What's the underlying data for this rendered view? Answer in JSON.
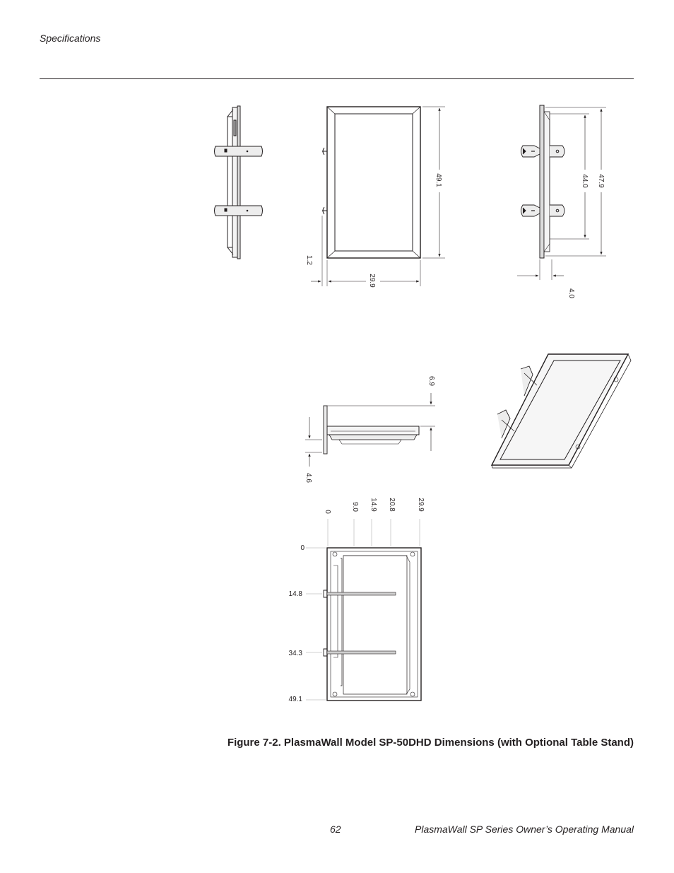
{
  "header": {
    "section": "Specifications"
  },
  "figure": {
    "caption": "Figure 7-2. PlasmaWall Model SP-50DHD Dimensions (with Optional Table Stand)",
    "front_view": {
      "height": "49.1",
      "width": "29.9",
      "stand_offset": "1.2"
    },
    "side_view": {
      "hole_spacing": "44.0",
      "overall_height": "47.9",
      "depth": "4.0"
    },
    "top_view": {
      "depth": "6.9",
      "stand_depth": "4.6"
    },
    "rear_view": {
      "x_ticks": [
        "0",
        "9.0",
        "14.9",
        "20.8",
        "29.9"
      ],
      "y_ticks": [
        "0",
        "14.8",
        "34.3",
        "49.1"
      ]
    }
  },
  "footer": {
    "page_number": "62",
    "manual_title": "PlasmaWall SP Series Owner’s Operating Manual"
  }
}
